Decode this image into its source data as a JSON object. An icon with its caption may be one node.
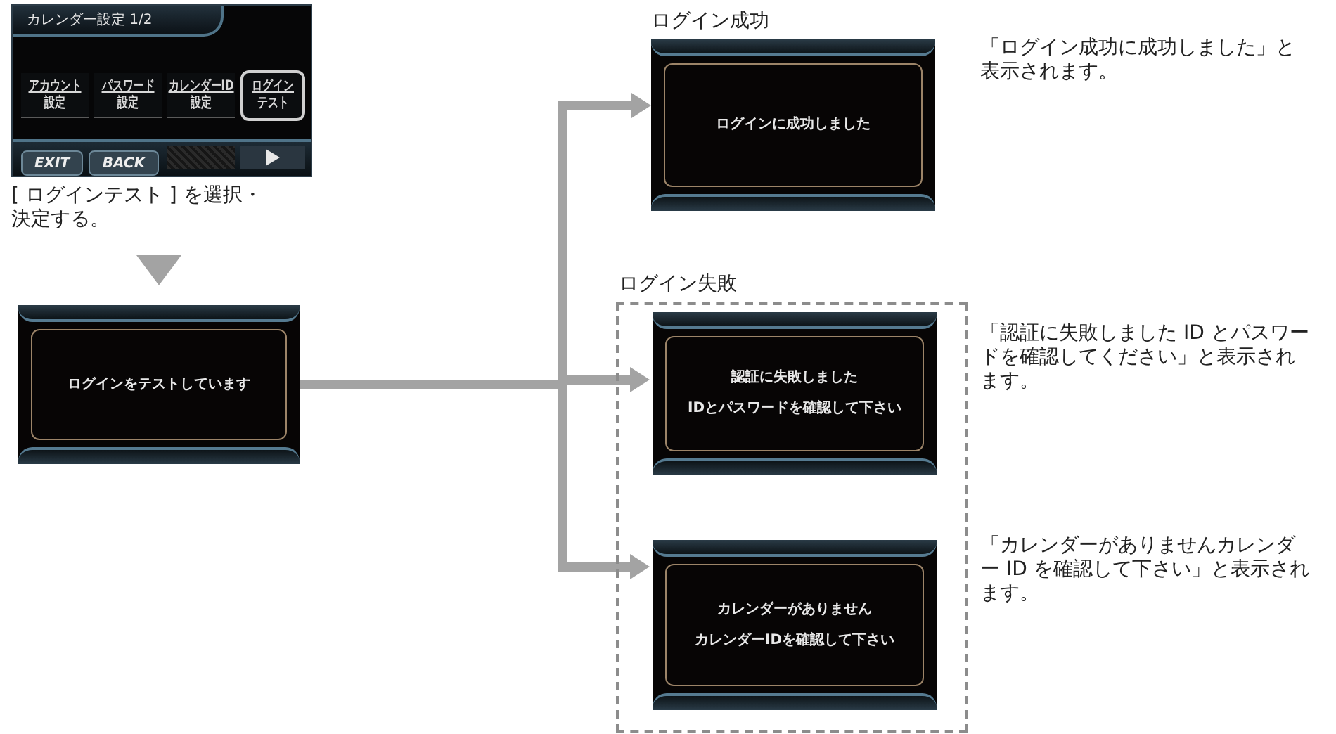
{
  "diagram": {
    "nodes": [
      {
        "text": [
          "カレンダー設定 1/2"
        ],
        "beside": [
          "[ ログインテスト ] を選択・決定する。"
        ]
      },
      {
        "text": [
          "アカウント",
          "設定"
        ],
        "in": 0
      },
      {
        "text": [
          "パスワード",
          "設定"
        ],
        "in": 0
      },
      {
        "text": [
          "カレンダーID",
          "設定"
        ],
        "in": 0
      },
      {
        "text": [
          "ログイン",
          "テスト"
        ],
        "in": 0
      },
      {
        "text": [
          "EXIT"
        ],
        "in": 0
      },
      {
        "text": [
          "BACK"
        ],
        "in": 0
      },
      {
        "text": [
          "ログインをテストしています"
        ]
      },
      {
        "text": [
          "ログイン成功",
          "ログインに成功しました"
        ],
        "beside": [
          "「ログイン成功に成功しました」と表示されます。"
        ]
      },
      {
        "text": [
          "ログイン失敗"
        ]
      },
      {
        "text": [
          "認証に失敗しました",
          "IDとパスワードを確認して下さい"
        ],
        "in": 9,
        "beside": [
          "「認証に失敗しました ID とパスワードを確認してください」と表示されます。"
        ]
      },
      {
        "text": [
          "カレンダーがありません",
          "カレンダーIDを確認して下さい"
        ],
        "in": 9,
        "beside": [
          "「カレンダーがありませんカレンダー ID を確認して下さい」と表示されます。"
        ]
      }
    ],
    "edges": [
      {
        "from": 0,
        "to": 7,
        "arrow": "to"
      },
      {
        "from": 7,
        "to": 8,
        "arrow": "to"
      },
      {
        "from": 7,
        "to": 10,
        "arrow": "to"
      },
      {
        "from": 7,
        "to": 11,
        "arrow": "to"
      }
    ]
  }
}
